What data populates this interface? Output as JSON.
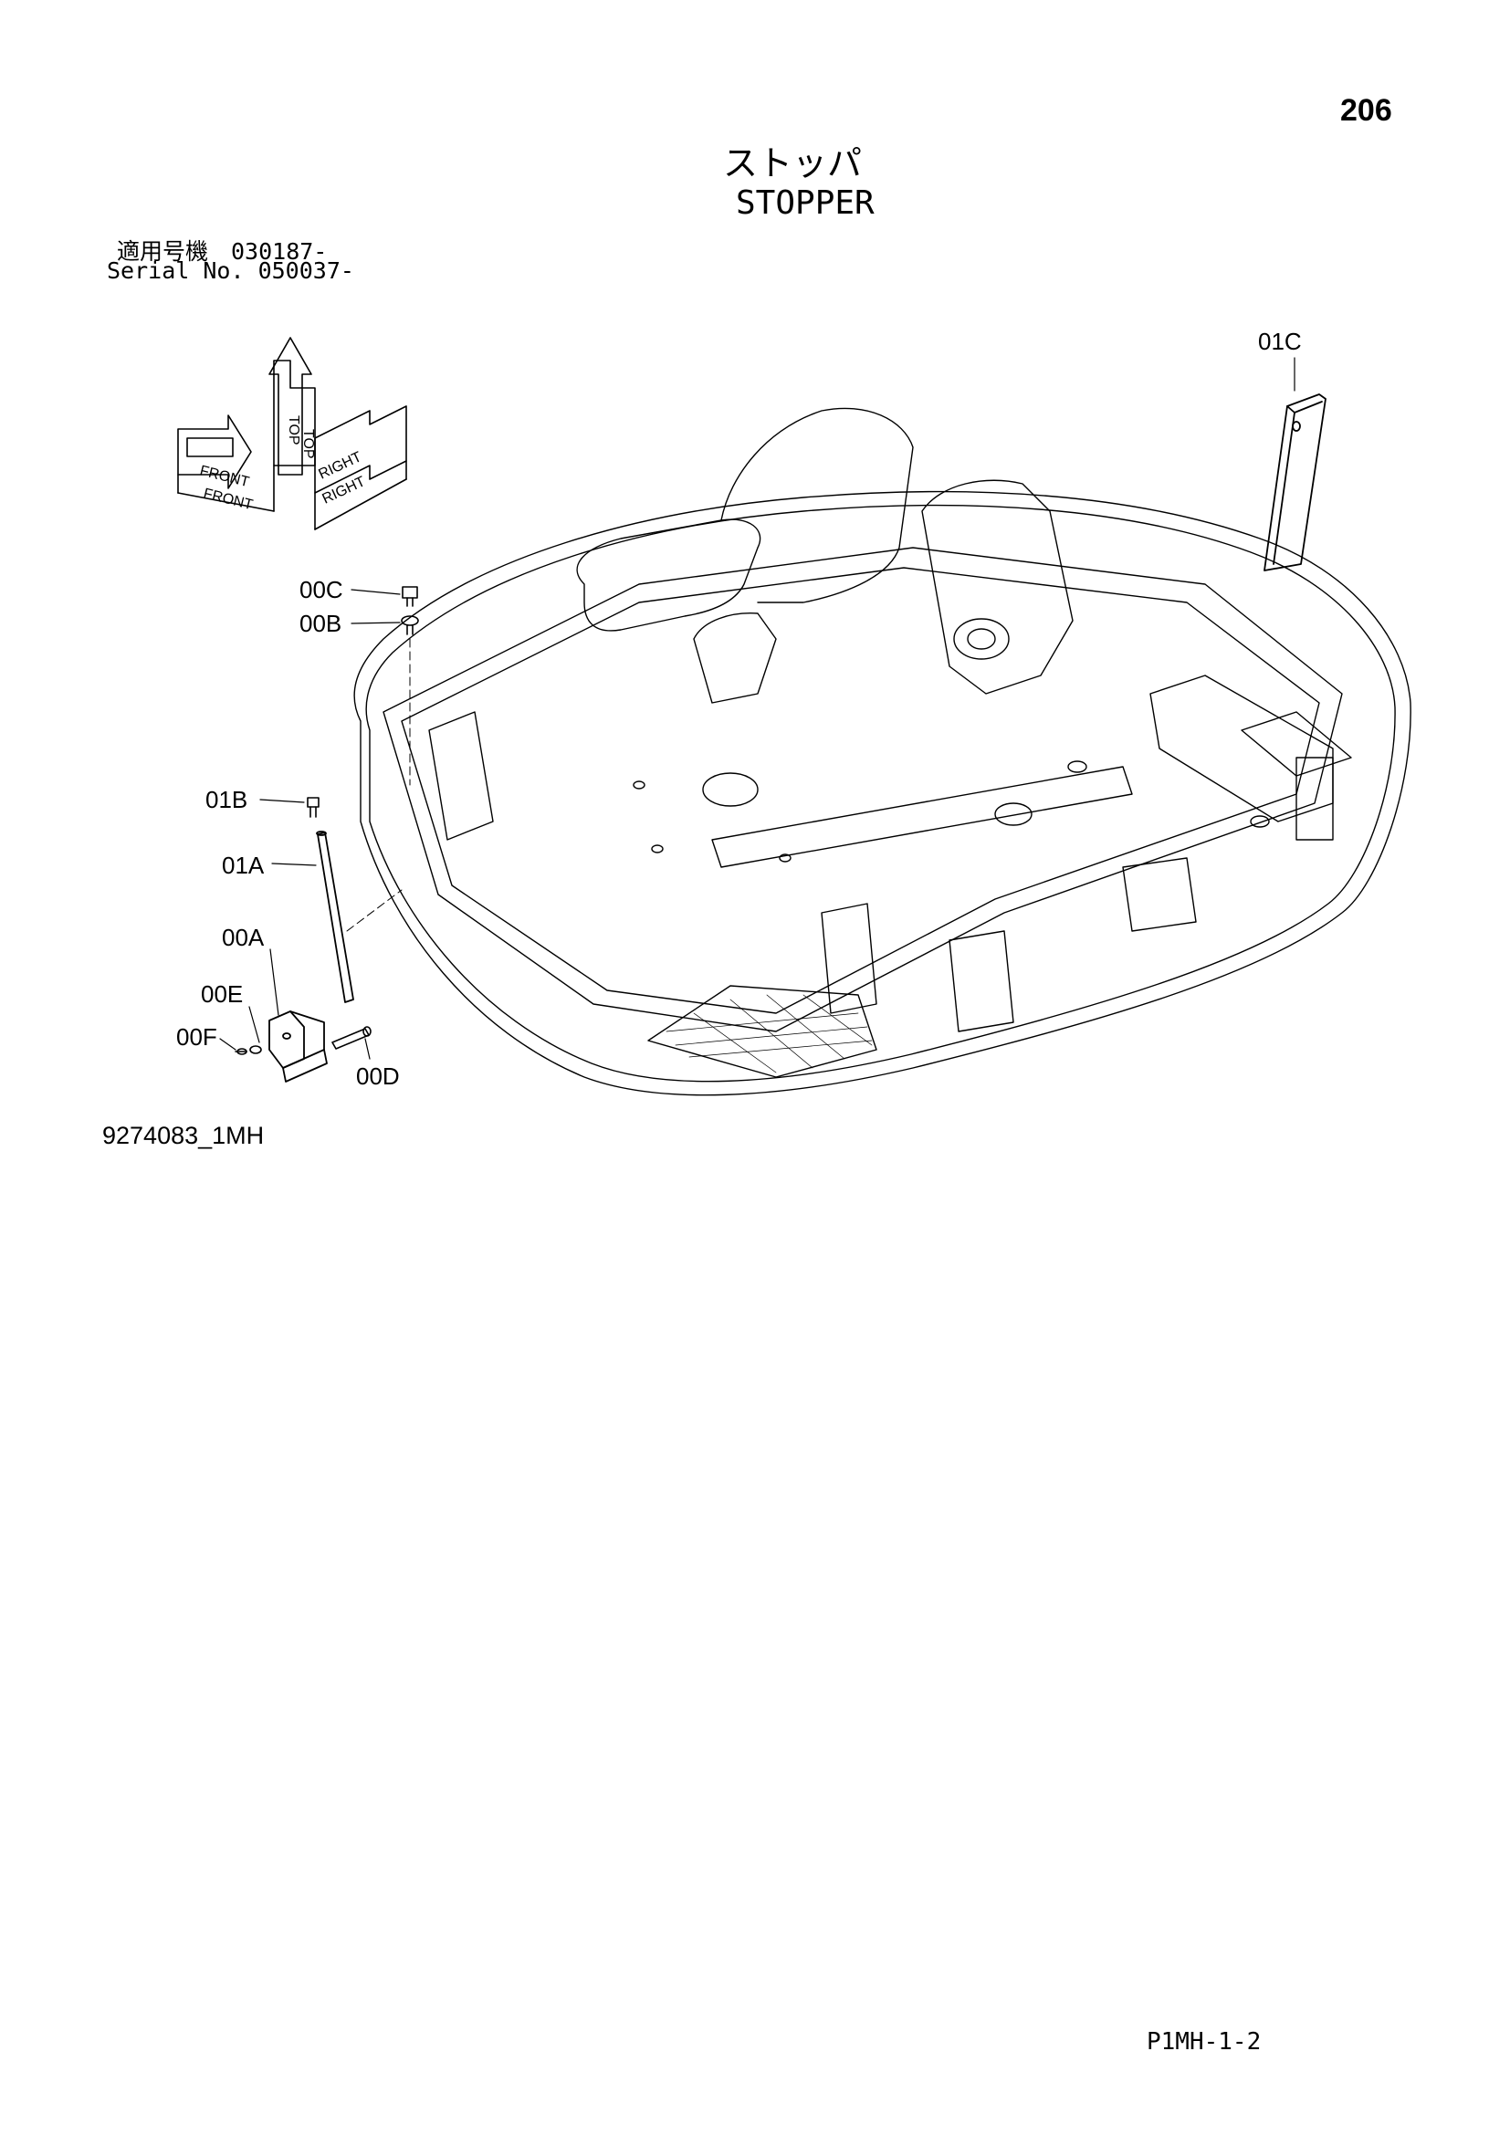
{
  "page": {
    "number": "206",
    "title_jp": "ストッパ",
    "title_en": "STOPPER",
    "serial_jp": "適用号機　030187-",
    "serial_en": "Serial No. 050037-",
    "figure_id": "9274083_1MH",
    "footer_code": "P1MH-1-2"
  },
  "orientation_indicator": {
    "top": "TOP",
    "front": "FRONT",
    "right": "RIGHT"
  },
  "callouts": [
    "01C",
    "00C",
    "00B",
    "01B",
    "01A",
    "00A",
    "00E",
    "00F",
    "00D"
  ]
}
